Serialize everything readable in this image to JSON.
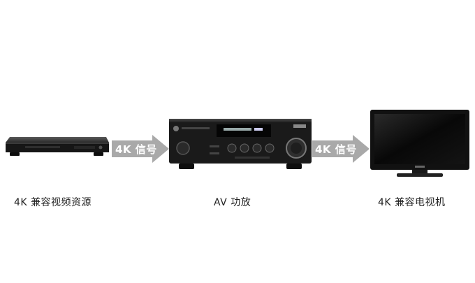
{
  "diagram": {
    "arrows": [
      {
        "label": "4K 信号"
      },
      {
        "label": "4K 信号"
      }
    ],
    "captions": {
      "source": "4K 兼容视频资源",
      "receiver": "AV 功放",
      "tv": "4K 兼容电视机"
    }
  },
  "colors": {
    "arrow": "#a9a9a9",
    "device_body": "#1a1a1a",
    "tv_screen": "#0a0a0a"
  }
}
